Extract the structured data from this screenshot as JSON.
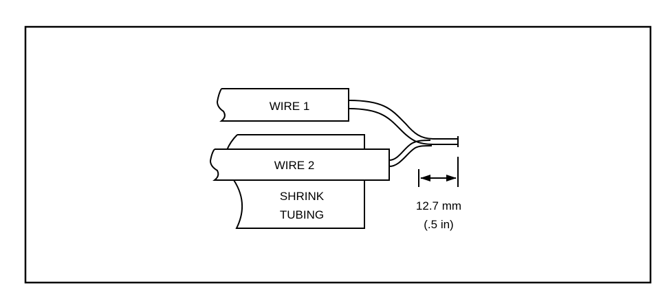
{
  "diagram": {
    "wire1_label": "WIRE 1",
    "wire2_label": "WIRE 2",
    "shrink_label_line1": "SHRINK",
    "shrink_label_line2": "TUBING",
    "dimension_metric": "12.7 mm",
    "dimension_imperial": "(.5 in)"
  }
}
